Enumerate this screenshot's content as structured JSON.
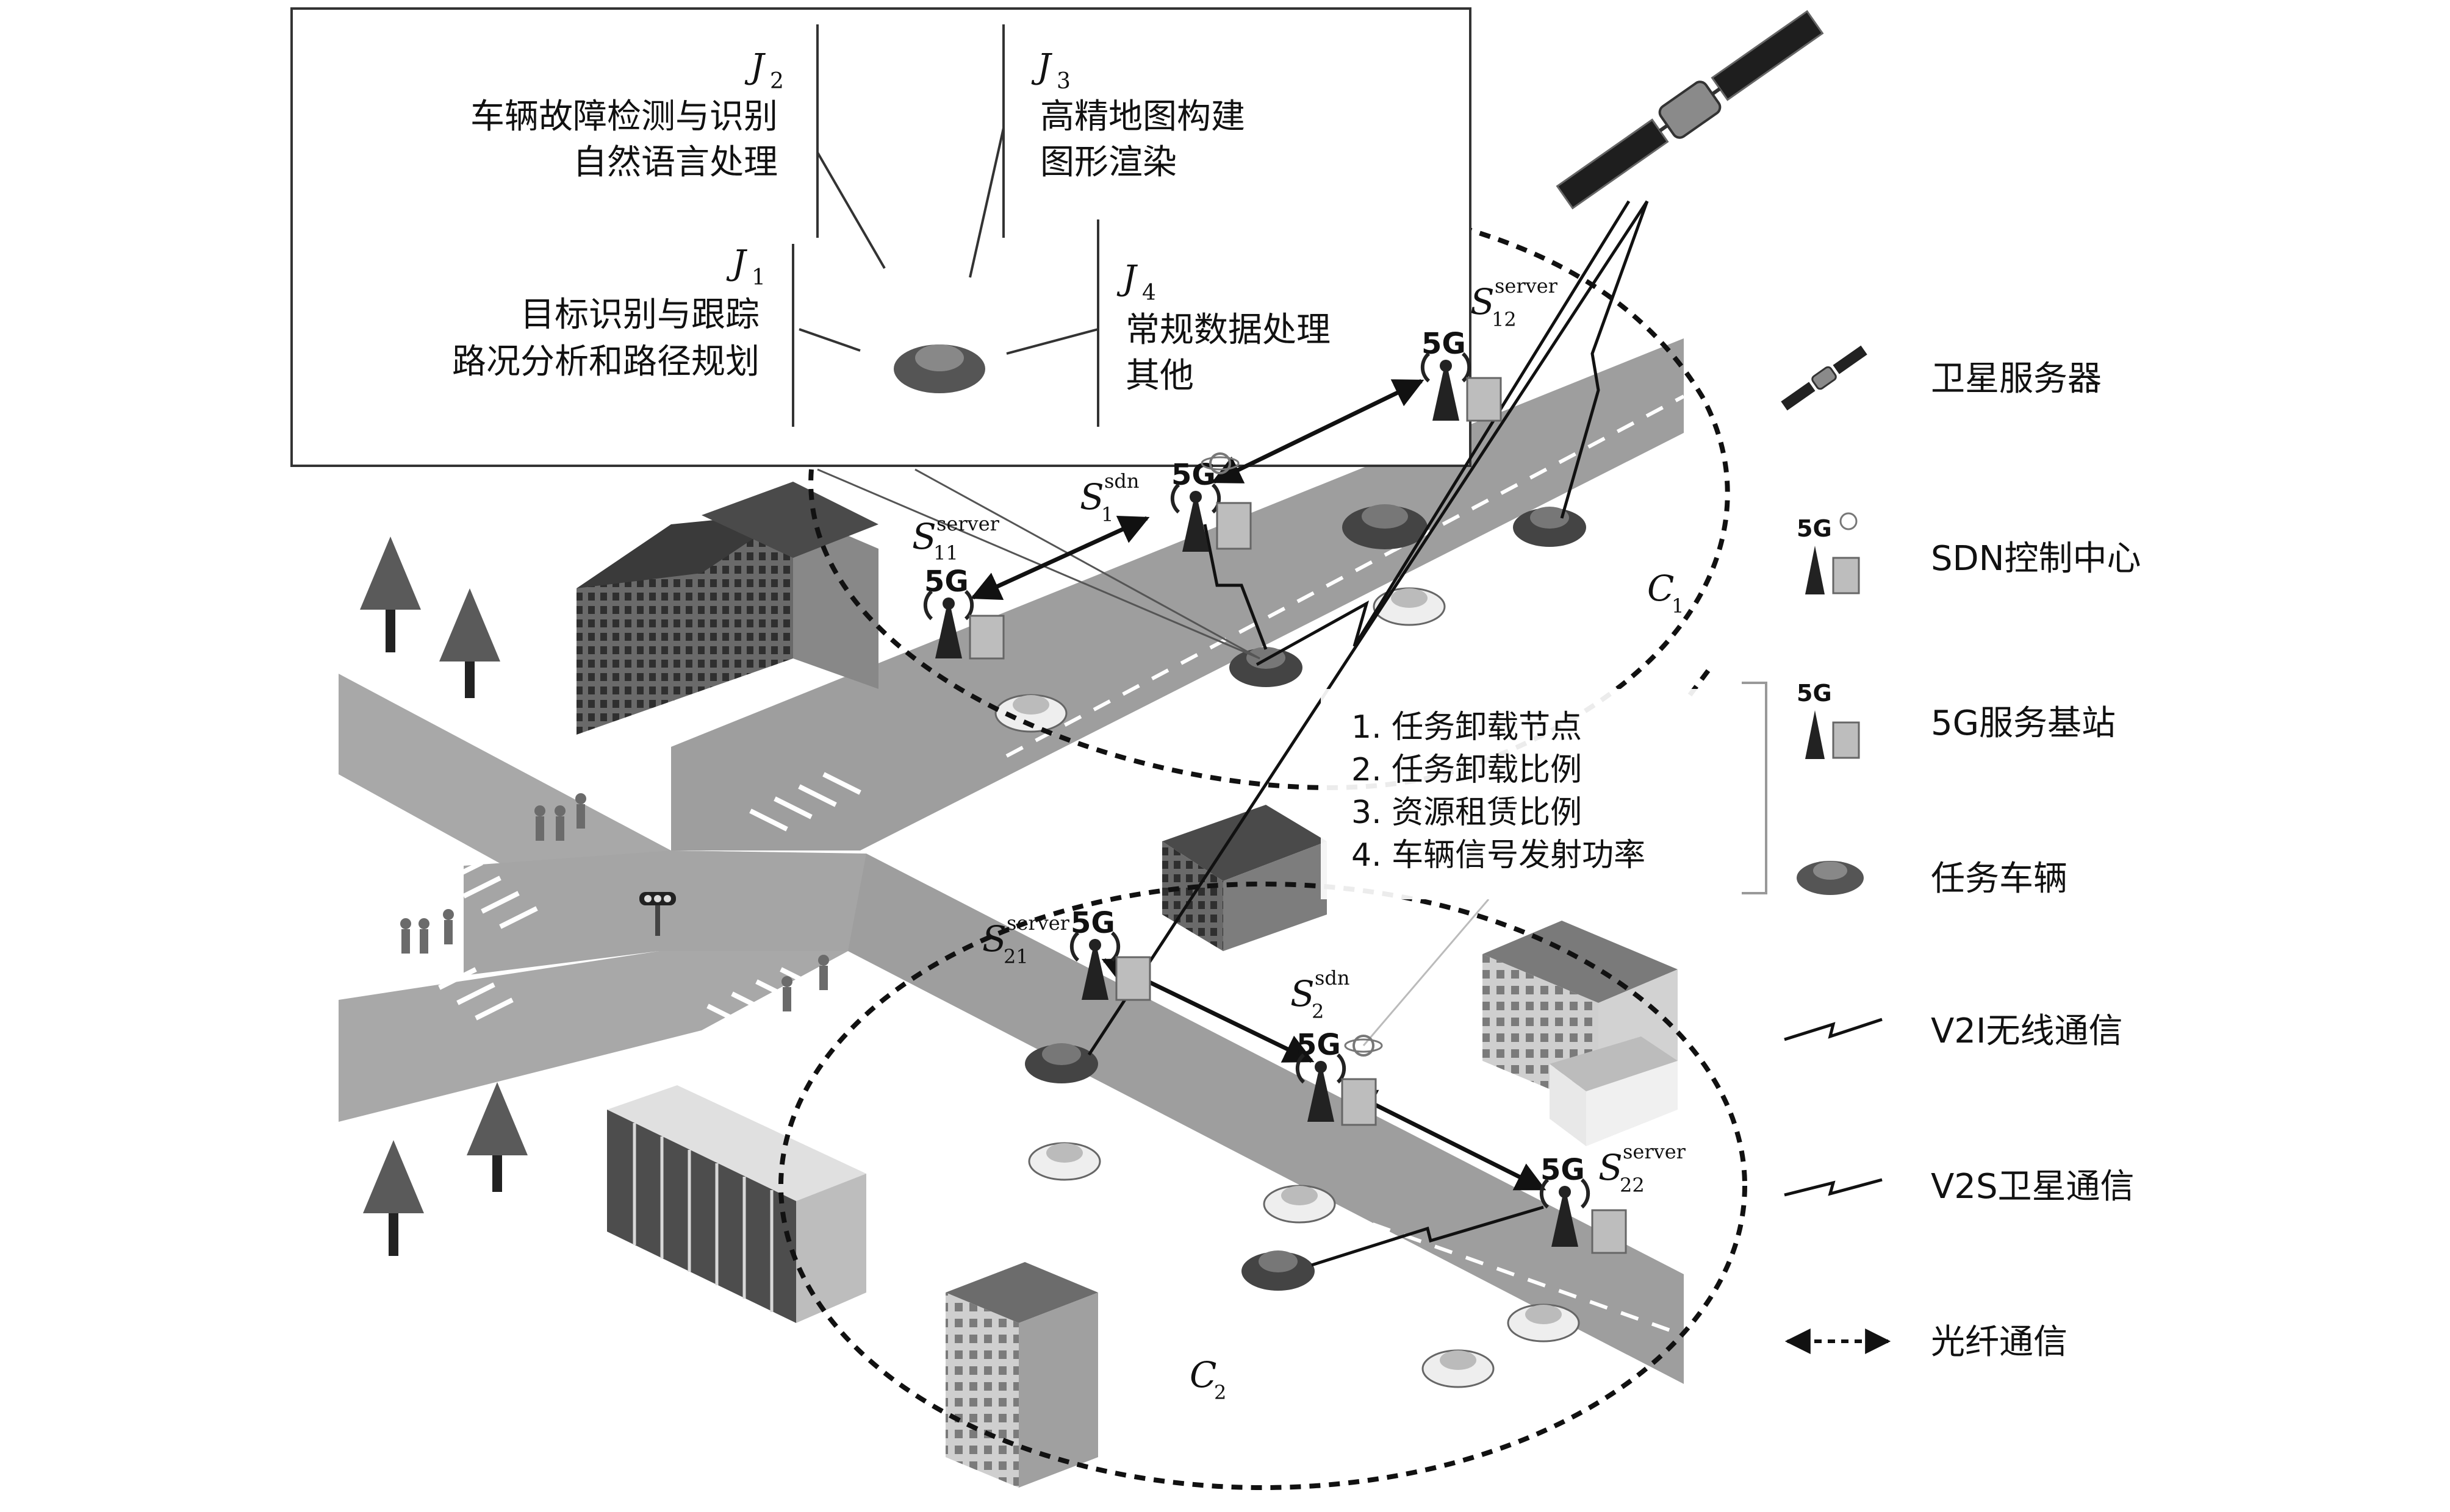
{
  "tasks": {
    "j1": {
      "symbol": "J",
      "sub": "1",
      "lines": [
        "目标识别与跟踪",
        "路况分析和路径规划"
      ]
    },
    "j2": {
      "symbol": "J",
      "sub": "2",
      "lines": [
        "车辆故障检测与识别",
        "自然语言处理"
      ]
    },
    "j3": {
      "symbol": "J",
      "sub": "3",
      "lines": [
        "高精地图构建",
        "图形渲染"
      ]
    },
    "j4": {
      "symbol": "J",
      "sub": "4",
      "lines": [
        "常规数据处理",
        "其他"
      ]
    }
  },
  "nodes": {
    "s11": {
      "base": "S",
      "sub": "11",
      "sup": "server"
    },
    "s12": {
      "base": "S",
      "sub": "12",
      "sup": "server"
    },
    "s1sdn": {
      "base": "S",
      "sub": "1",
      "sup": "sdn"
    },
    "s21": {
      "base": "S",
      "sub": "21",
      "sup": "server"
    },
    "s22": {
      "base": "S",
      "sub": "22",
      "sup": "server"
    },
    "s2sdn": {
      "base": "S",
      "sub": "2",
      "sup": "sdn"
    }
  },
  "badge_5g": "5G",
  "clusters": {
    "c1": {
      "base": "C",
      "sub": "1"
    },
    "c2": {
      "base": "C",
      "sub": "2"
    }
  },
  "decisions": [
    "1. 任务卸载节点",
    "2. 任务卸载比例",
    "3. 资源租赁比例",
    "4. 车辆信号发射功率"
  ],
  "legend": {
    "satellite": "卫星服务器",
    "sdn": "SDN控制中心",
    "base_station": "5G服务基站",
    "vehicle": "任务车辆",
    "v2i": "V2I无线通信",
    "v2s": "V2S卫星通信",
    "fiber": "光纤通信"
  }
}
